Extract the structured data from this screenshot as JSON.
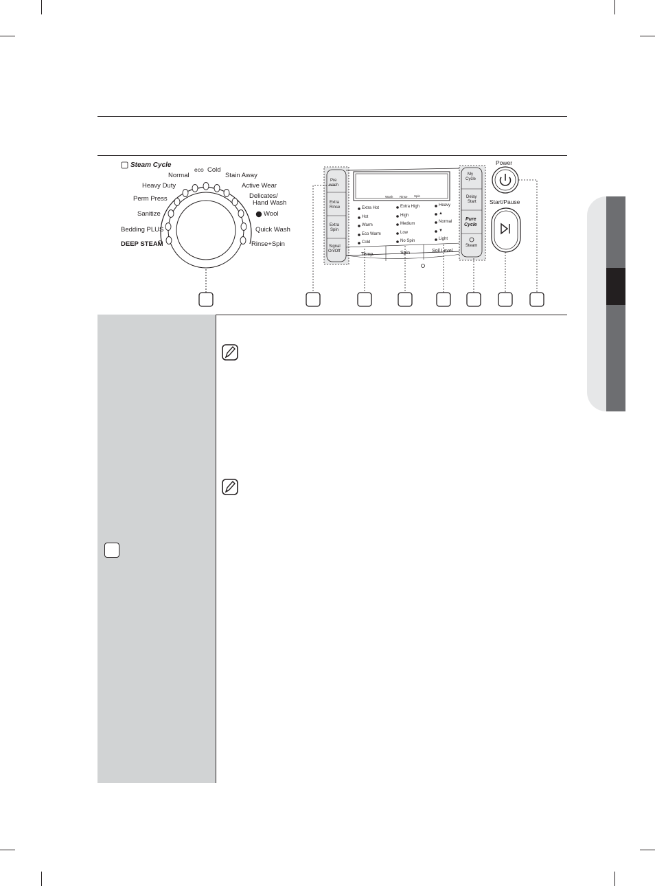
{
  "dial": {
    "steam_cycle_title": "Steam Cycle",
    "eco_prefix": "eco",
    "labels": {
      "normal": "Normal",
      "eco_cold": "Cold",
      "stain_away": "Stain Away",
      "heavy_duty": "Heavy Duty",
      "active_wear": "Active Wear",
      "perm_press": "Perm Press",
      "delicates_1": "Delicates/",
      "delicates_2": "Hand Wash",
      "sanitize": "Sanitize",
      "wool": "Wool",
      "bedding_plus": "Bedding PLUS",
      "quick_wash": "Quick Wash",
      "deep_steam": "DEEP STEAM",
      "rinse_spin": "Rinse+Spin"
    }
  },
  "panel": {
    "left_buttons": {
      "pre_wash_1": "Pre",
      "pre_wash_2": "wash",
      "extra_rinse_1": "Extra",
      "extra_rinse_2": "Rinse",
      "extra_spin_1": "Extra",
      "extra_spin_2": "Spin",
      "signal_1": "Signal",
      "signal_2": "On/Off"
    },
    "right_buttons": {
      "my_cycle_1": "My",
      "my_cycle_2": "Cycle",
      "delay_start_1": "Delay",
      "delay_start_2": "Start",
      "pure_cycle_1": "Pure",
      "pure_cycle_2": "Cycle",
      "steam": "Steam"
    },
    "display": {
      "wash": "Wash",
      "rinse": "Rinse",
      "spin": "Spin"
    },
    "temp_options": [
      "Extra Hot",
      "Hot",
      "Warm",
      "Eco Warm",
      "Cold"
    ],
    "spin_options": [
      "Extra High",
      "High",
      "Medium",
      "Low",
      "No Spin"
    ],
    "soil_options": [
      "Heavy",
      "▲",
      "Normal",
      "▼",
      "Light"
    ],
    "temp_label": "Temp.",
    "spin_label": "Spin",
    "soil_label": "Soil Level",
    "power_label": "Power",
    "start_pause_label": "Start/Pause"
  }
}
